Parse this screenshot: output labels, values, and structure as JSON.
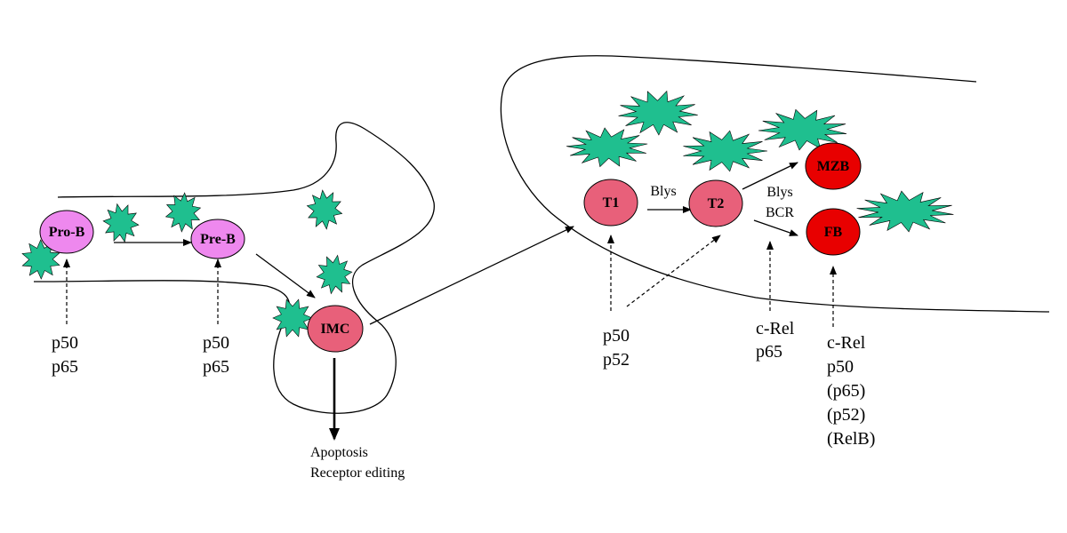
{
  "colors": {
    "star": "#1fbf8f",
    "pro_pre_fill": "#ee88ee",
    "t_imc_fill": "#e8607a",
    "mature_fill": "#e80000",
    "outline": "#000000"
  },
  "cells": {
    "pro_b": "Pro-B",
    "pre_b": "Pre-B",
    "imc": "IMC",
    "t1": "T1",
    "t2": "T2",
    "mzb": "MZB",
    "fb": "FB"
  },
  "arrow_labels": {
    "t1_t2": "Blys",
    "t2_mature": [
      "Blys",
      "BCR"
    ]
  },
  "factors": {
    "pro_b": [
      "p50",
      "p65"
    ],
    "pre_b": [
      "p50",
      "p65"
    ],
    "t1_t2": [
      "p50",
      "p52"
    ],
    "mzb": [
      "c-Rel",
      "p65"
    ],
    "fb": [
      "c-Rel",
      "p50",
      "(p65)",
      "(p52)",
      "(RelB)"
    ]
  },
  "outcome": [
    "Apoptosis",
    "Receptor editing"
  ]
}
